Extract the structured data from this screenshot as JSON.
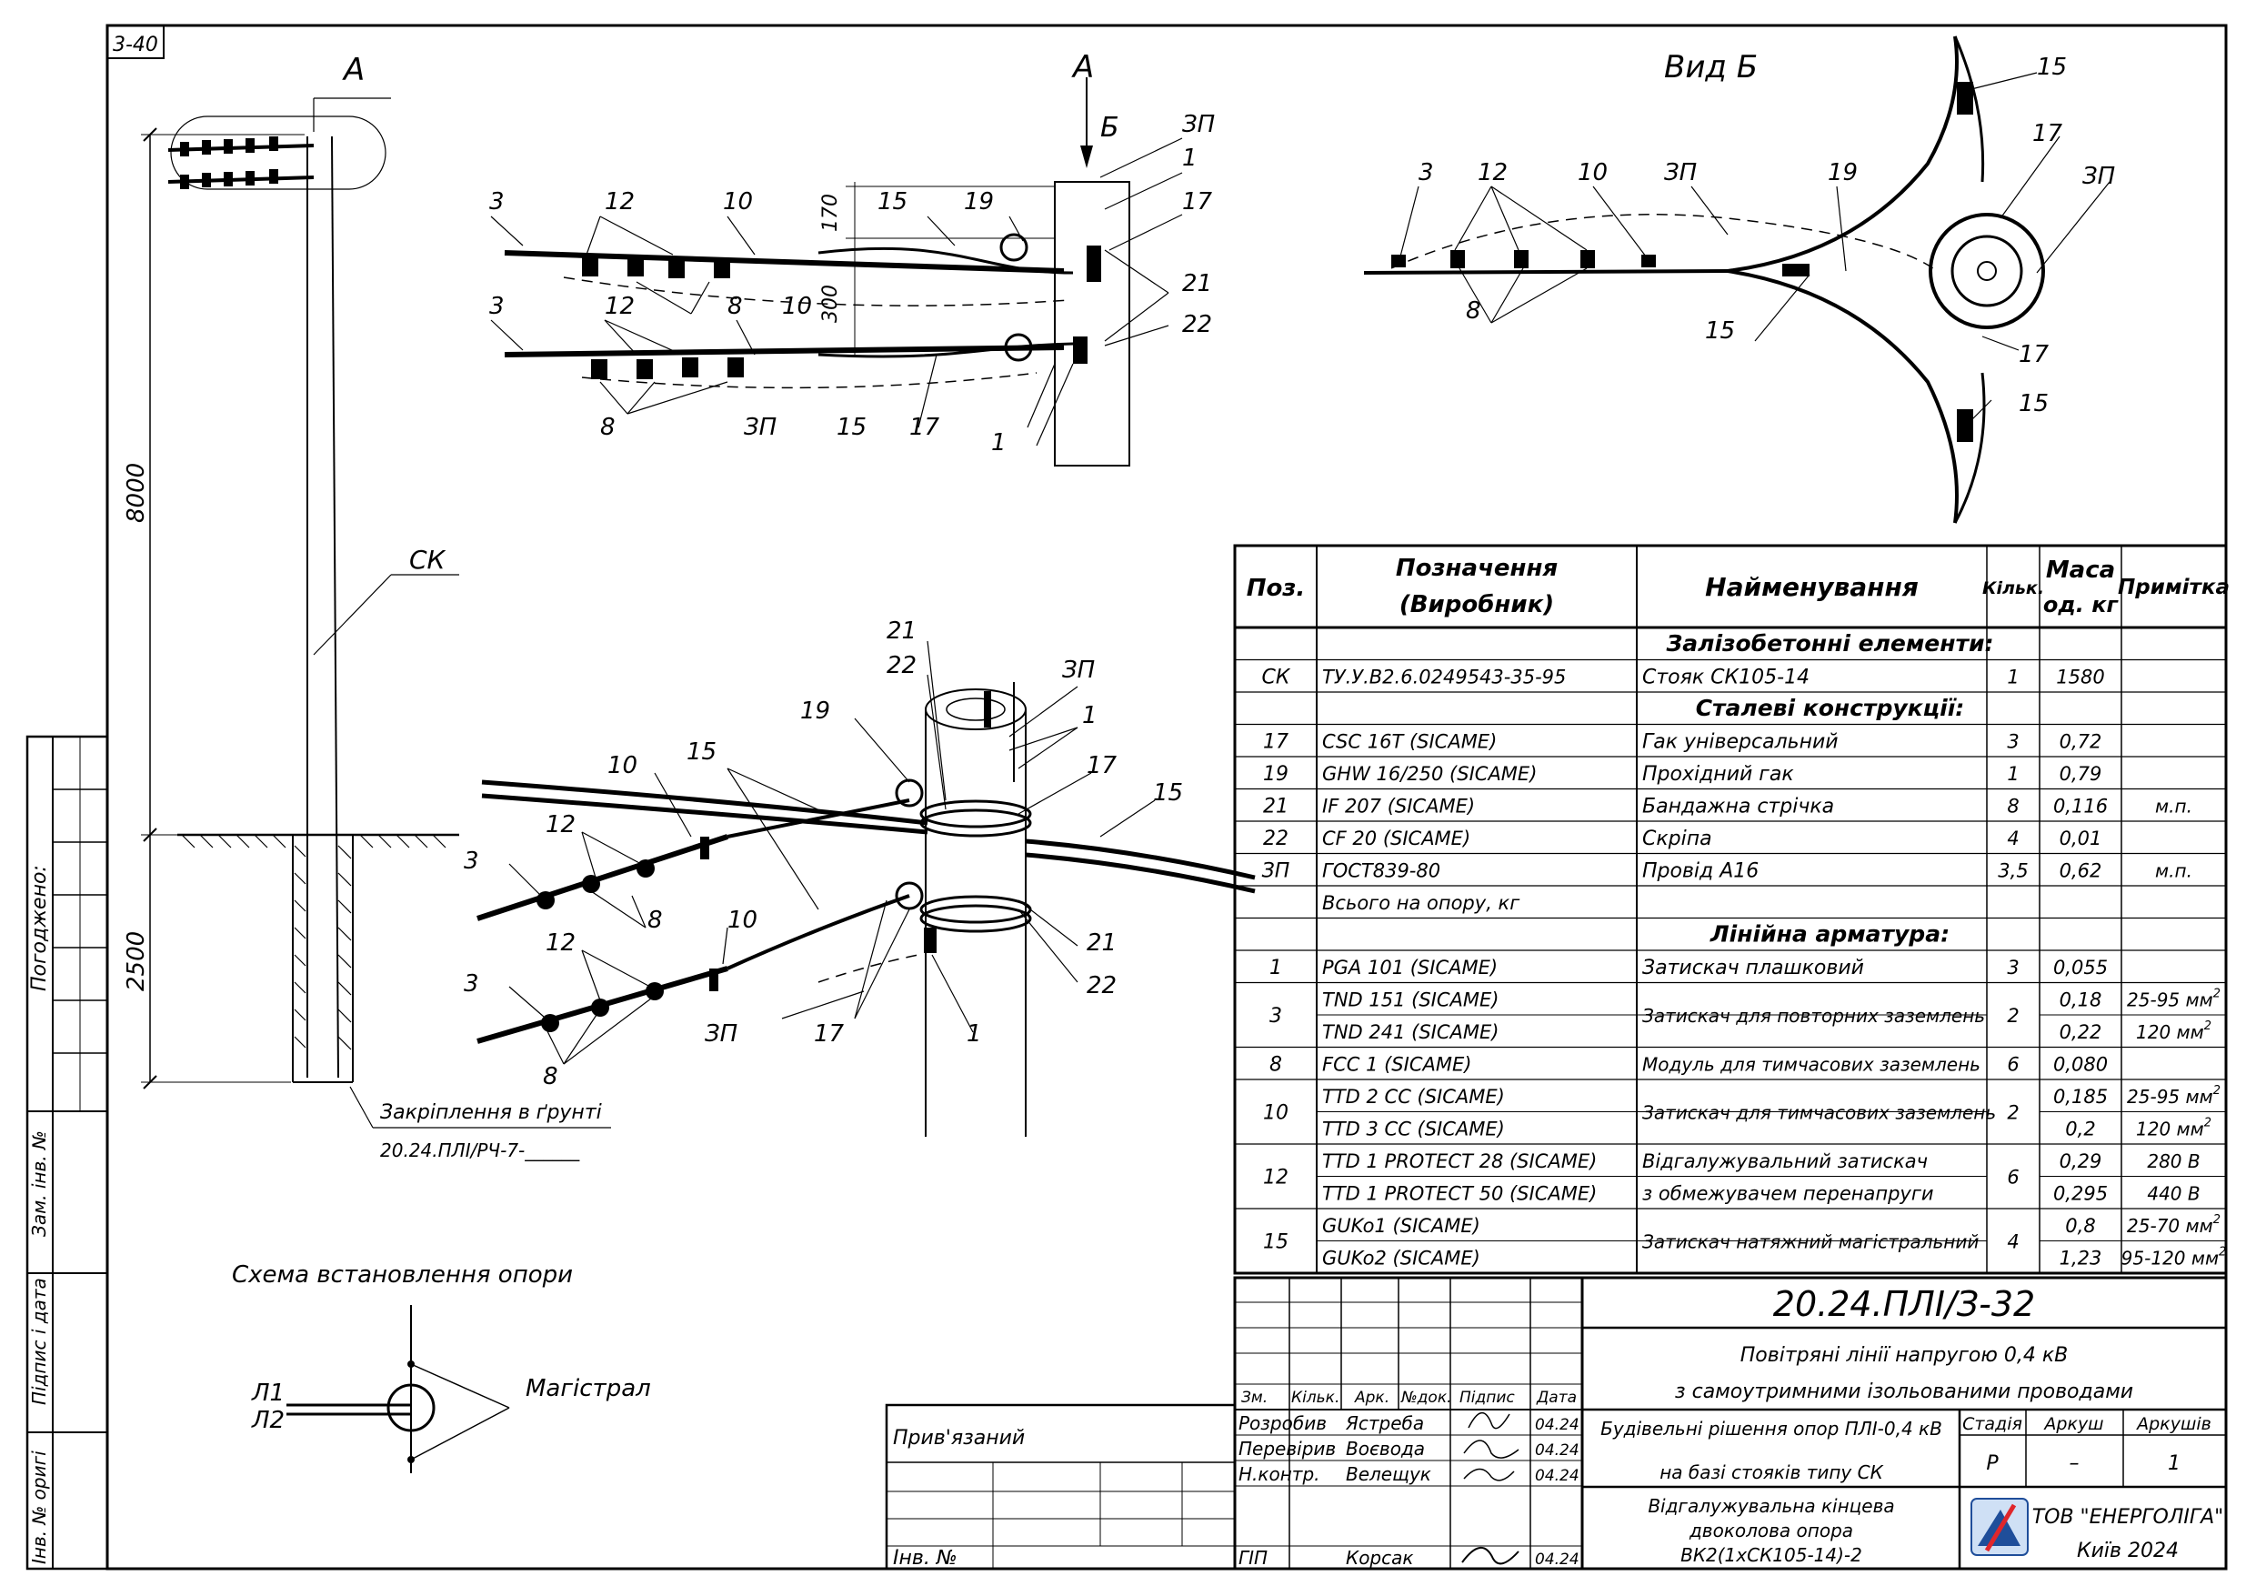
{
  "sheet_code": "3-40",
  "views": {
    "section_a": "А",
    "section_a2": "А",
    "view_b_arrow": "Б",
    "view_b_title": "Вид Б",
    "pole_label": "СК",
    "height_above": "8000",
    "depth_below": "2500",
    "dim_170": "170",
    "dim_300": "300",
    "grounding_note": "Закріплення в ґрунті",
    "grounding_ref": "20.24.ПЛІ/РЧ-7-______"
  },
  "callouts": {
    "p1": "1",
    "p3": "3",
    "p8": "8",
    "p10": "10",
    "p12": "12",
    "p15": "15",
    "p17": "17",
    "p19": "19",
    "p21": "21",
    "p22": "22",
    "zp": "ЗП"
  },
  "scheme": {
    "title": "Схема встановлення опори",
    "l1": "Л1",
    "l2": "Л2",
    "main": "Магістрал"
  },
  "side_stamp": {
    "pogodzheno": "Погоджено:",
    "zam_inv": "Зам. інв. №",
    "pidpys_data": "Підпис і дата",
    "inv_orig": "Інв. № оригі"
  },
  "spec_table": {
    "headers": {
      "pos": "Поз.",
      "designation_1": "Позначення",
      "designation_2": "(Виробник)",
      "name": "Найменування",
      "qty": "Кільк.",
      "mass_1": "Маса",
      "mass_2": "од. кг",
      "note": "Примітка"
    },
    "rows": [
      {
        "type": "section",
        "name": "Залізобетонні елементи:"
      },
      {
        "pos": "СК",
        "des": "ТУ.У.В2.6.0249543-35-95",
        "name": "Стояк СК105-14",
        "qty": "1",
        "mass": "1580",
        "note": ""
      },
      {
        "type": "section",
        "name": "Сталеві конструкції:"
      },
      {
        "pos": "17",
        "des": "CSC 16T  (SICAME)",
        "name": "Гак універсальний",
        "qty": "3",
        "mass": "0,72",
        "note": ""
      },
      {
        "pos": "19",
        "des": "GHW 16/250  (SICAME)",
        "name": "Прохідний гак",
        "qty": "1",
        "mass": "0,79",
        "note": ""
      },
      {
        "pos": "21",
        "des": "IF 207  (SICAME)",
        "name": "Бандажна стрічка",
        "qty": "8",
        "mass": "0,116",
        "note": "м.п."
      },
      {
        "pos": "22",
        "des": "CF 20  (SICAME)",
        "name": "Скріпа",
        "qty": "4",
        "mass": "0,01",
        "note": ""
      },
      {
        "pos": "ЗП",
        "des": "ГОСТ839-80",
        "name": "Провід А16",
        "qty": "3,5",
        "mass": "0,62",
        "note": "м.п."
      },
      {
        "pos": "",
        "des": "Всього на опору, кг",
        "name": "",
        "qty": "",
        "mass": "",
        "note": ""
      },
      {
        "type": "section",
        "name": "Лінійна арматура:"
      },
      {
        "pos": "1",
        "des": "PGA 101  (SICAME)",
        "name": "Затискач плашковий",
        "qty": "3",
        "mass": "0,055",
        "note": ""
      }
    ],
    "double_rows": [
      {
        "pos": "3",
        "des": [
          "TND 151  (SICAME)",
          "TND 241  (SICAME)"
        ],
        "name": [
          "Затискач для повторних заземлень"
        ],
        "qty": "2",
        "mass": [
          "0,18",
          "0,22"
        ],
        "note": [
          "25-95 мм",
          "120 мм"
        ],
        "sup": "2"
      },
      {
        "pos": "8",
        "des": [
          "FCC 1  (SICAME)"
        ],
        "name": [
          "Модуль для тимчасових заземлень"
        ],
        "qty": "6",
        "mass": [
          "0,080"
        ],
        "note": [
          ""
        ],
        "sup": ""
      },
      {
        "pos": "10",
        "des": [
          "TTD 2 CC  (SICAME)",
          "TTD 3 CC  (SICAME)"
        ],
        "name": [
          "Затискач для тимчасових заземлень"
        ],
        "qty": "2",
        "mass": [
          "0,185",
          "0,2"
        ],
        "note": [
          "25-95 мм",
          "120 мм"
        ],
        "sup": "2"
      },
      {
        "pos": "12",
        "des": [
          "TTD 1 PROTECT 28  (SICAME)",
          "TTD 1 PROTECT 50  (SICAME)"
        ],
        "name": [
          "Відгалужувальний затискач",
          "з обмежувачем перенапруги"
        ],
        "qty": "6",
        "mass": [
          "0,29",
          "0,295"
        ],
        "note": [
          "280 В",
          "440 В"
        ],
        "sup": ""
      },
      {
        "pos": "15",
        "des": [
          "GUKo1  (SICAME)",
          "GUKo2  (SICAME)"
        ],
        "name": [
          "Затискач натяжний магістральний"
        ],
        "qty": "4",
        "mass": [
          "0,8",
          "1,23"
        ],
        "note": [
          "25-70 мм",
          "95-120 мм"
        ],
        "sup": "2"
      }
    ]
  },
  "title_block": {
    "doc_code": "20.24.ПЛІ/З-32",
    "project_1": "Повітряні лінії напругою 0,4 кВ",
    "project_2": "з самоутримними ізольованими проводами",
    "section_1": "Будівельні рішення опор ПЛІ-0,4 кВ",
    "section_2": "на базі стояків типу СК",
    "drawing_1": "Відгалужувальна кінцева",
    "drawing_2": "двоколова опора",
    "drawing_3": "ВК2(1хСК105-14)-2",
    "stage_h": "Стадія",
    "sheet_h": "Аркуш",
    "sheets_h": "Аркушів",
    "stage": "Р",
    "sheet": "–",
    "sheets": "1",
    "company": "ТОВ \"ЕНЕРГОЛІГА\"",
    "city": "Київ 2024",
    "col_zm": "Зм.",
    "col_kilk": "Кільк.",
    "col_ark": "Арк.",
    "col_ndok": "№док.",
    "col_pidpys": "Підпис",
    "col_data": "Дата",
    "privyazaniy": "Прив'язаний",
    "inv_no": "Інв. №",
    "people": [
      {
        "role": "Розробив",
        "name": "Ястреба",
        "date": "04.24"
      },
      {
        "role": "Перевірив",
        "name": "Воєвода",
        "date": "04.24"
      },
      {
        "role": "Н.контр.",
        "name": "Велещук",
        "date": "04.24"
      },
      {
        "role": "ГІП",
        "name": "Корсак",
        "date": "04.24"
      }
    ]
  }
}
